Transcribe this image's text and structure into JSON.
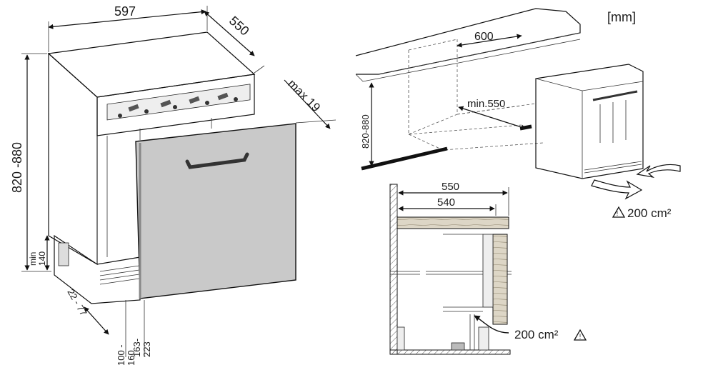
{
  "units": "[mm]",
  "appliance_dims": {
    "width": "597",
    "depth": "550",
    "height": "820 -880",
    "door_offset": "max 19",
    "plinth_height": "min 140",
    "plinth_depth": "22 - 77",
    "plinth_a": "163-\n223",
    "plinth_b": "100 -\n160"
  },
  "niche_dims": {
    "width": "600",
    "min_depth": "min.550",
    "height": "820-880",
    "vent_area": "200 cm²"
  },
  "section_dims": {
    "top_depth": "550",
    "inner_depth": "540",
    "vent_area": "200 cm²"
  },
  "colors": {
    "door_fill": "#c9c9c9",
    "wood": "#d8d2c4",
    "line": "#111111"
  }
}
